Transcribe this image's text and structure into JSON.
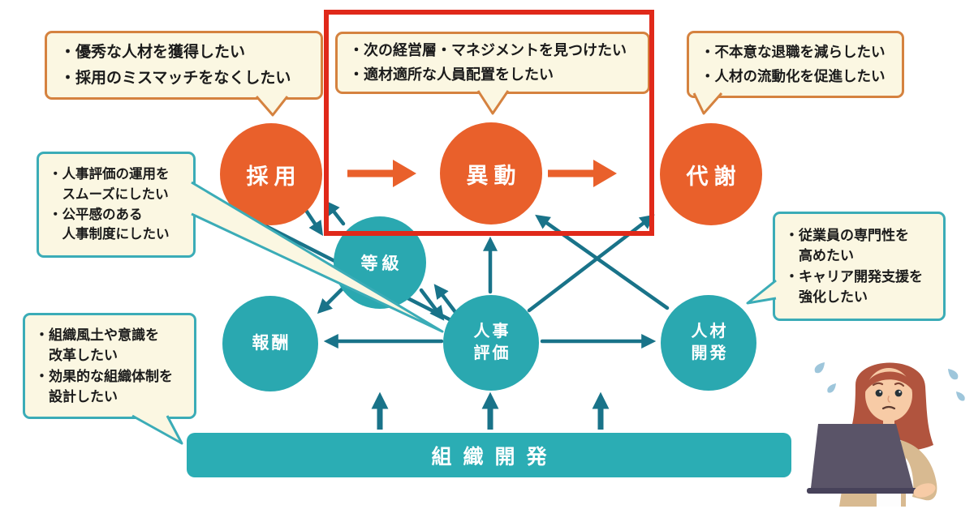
{
  "bubbles": {
    "recruit": [
      "・優秀な人材を獲得したい",
      "・採用のミスマッチをなくしたい"
    ],
    "transfer": [
      "・次の経営層・マネジメントを見つけたい",
      "・適材適所な人員配置をしたい"
    ],
    "turnover": [
      "・不本意な退職を減らしたい",
      "・人材の流動化を促進したい"
    ],
    "evaluation": [
      "・人事評価の運用を",
      "　スムーズにしたい",
      "・公平感のある",
      "　人事制度にしたい"
    ],
    "organization": [
      "・組織風土や意識を",
      "　改革したい",
      "・効果的な組織体制を",
      "　設計したい"
    ],
    "development": [
      "・従業員の専門性を",
      "　高めたい",
      "・キャリア開発支援を",
      "　強化したい"
    ]
  },
  "nodes": {
    "recruitment": "採用",
    "transfer": "異動",
    "metabolism": "代謝",
    "grade": "等級",
    "compensation": "報酬",
    "evaluation": "人事\n評価",
    "talent_development": "人材\n開発",
    "org_development": "組織開発"
  },
  "colors": {
    "orange": "#E9602B",
    "teal": "#2AA8B0",
    "teal_dark": "#197389",
    "red_highlight": "#E0291A",
    "cream": "#FBF7E2",
    "bubble_border_orange": "#D5823F",
    "bubble_border_teal": "#3BACB7"
  }
}
